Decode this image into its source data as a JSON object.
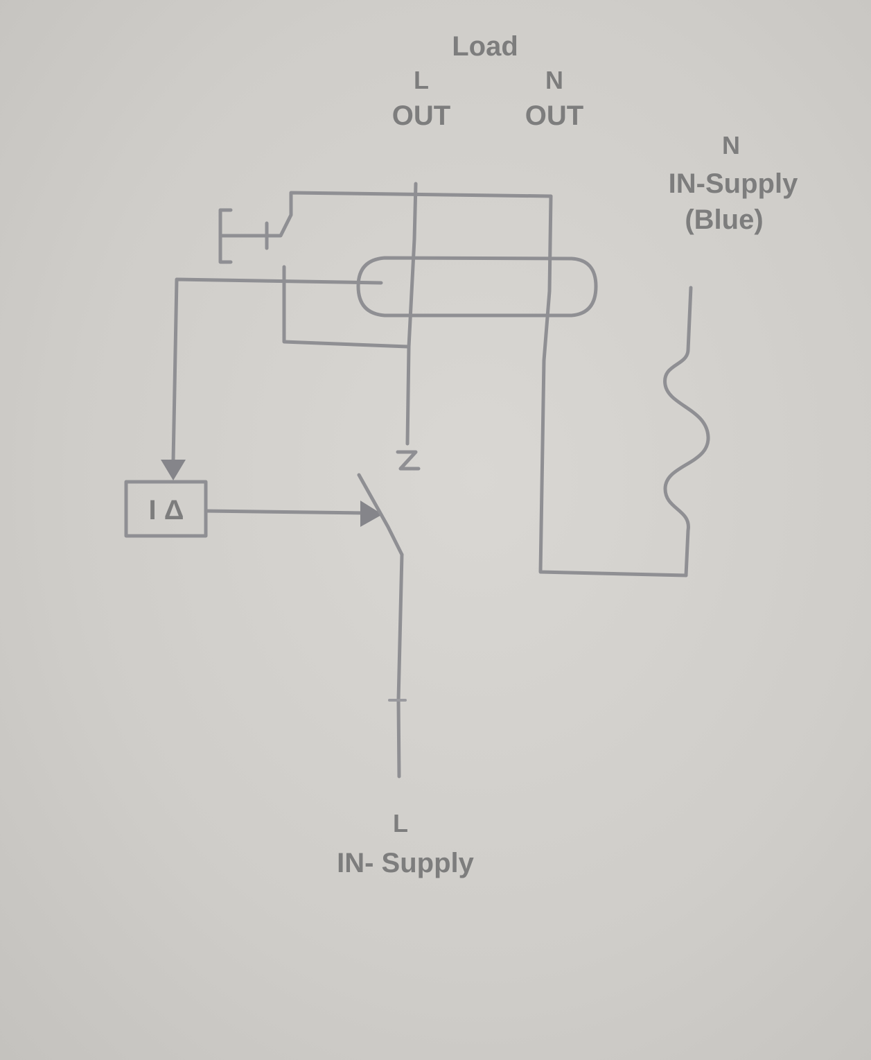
{
  "labels": {
    "load": "Load",
    "l_out_top": "L",
    "l_out_bottom": "OUT",
    "n_out_top": "N",
    "n_out_bottom": "OUT",
    "n_supply_top": "N",
    "n_supply_mid": "IN-Supply",
    "n_supply_bottom": "(Blue)",
    "l_supply_top": "L",
    "l_supply_bottom": "IN- Supply",
    "relay": "I Δ"
  },
  "colors": {
    "background": "#d2d0cc",
    "wire": "#8f8f93",
    "text": "#7d7d7d"
  },
  "icons": [
    "test-button-icon",
    "toroid-core-icon",
    "relay-icon",
    "switch-contact-icon",
    "load-coil-icon"
  ]
}
